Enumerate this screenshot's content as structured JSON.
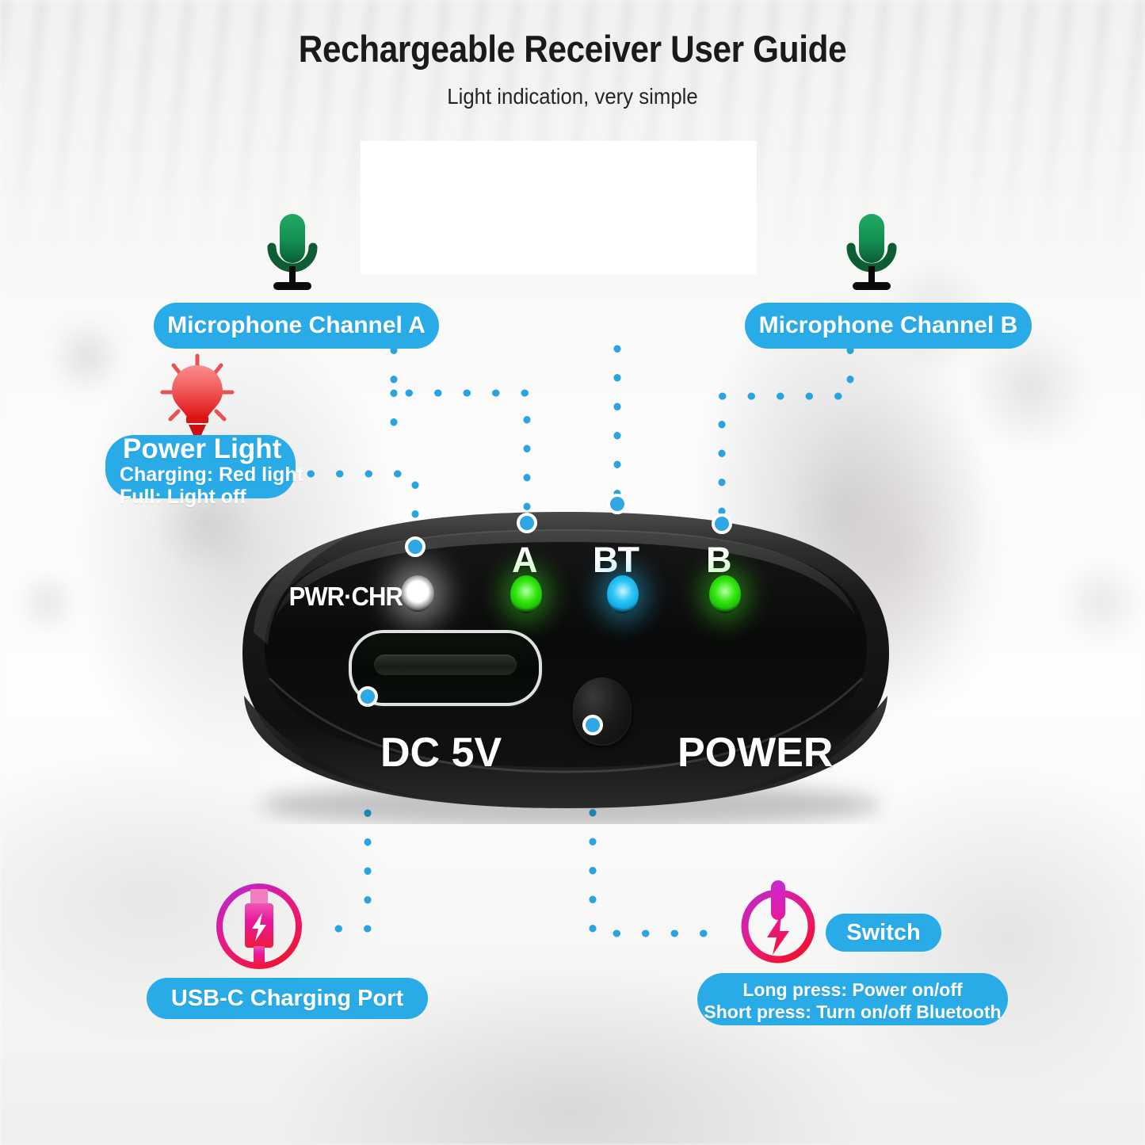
{
  "header": {
    "title": "Rechargeable Receiver User Guide",
    "subtitle": "Light indication, very simple"
  },
  "device": {
    "face_labels": {
      "pwr_chr": "PWR·CHR",
      "channel_a": "A",
      "bluetooth": "BT",
      "channel_b": "B",
      "dc_input": "DC 5V",
      "power": "POWER"
    },
    "leds": [
      {
        "name": "pwr-chr-led",
        "color": "#ffffff",
        "state": "on"
      },
      {
        "name": "channel-a-led",
        "color": "#33e80f",
        "state": "on"
      },
      {
        "name": "bluetooth-led",
        "color": "#2ec7f5",
        "state": "on"
      },
      {
        "name": "channel-b-led",
        "color": "#33e80f",
        "state": "on"
      }
    ]
  },
  "callouts": {
    "mic_a": {
      "label": "Microphone Channel A",
      "icon": "microphone-icon"
    },
    "mic_b": {
      "label": "Microphone Channel B",
      "icon": "microphone-icon"
    },
    "power_light": {
      "heading": "Power Light",
      "line1": "Charging: Red light",
      "line2": "Full: Light off",
      "icon": "light-bulb-icon"
    },
    "usb_c": {
      "label": "USB-C Charging Port",
      "icon": "usb-c-charging-icon"
    },
    "switch": {
      "label": "Switch",
      "line1": "Long press: Power on/off",
      "line2": "Short press: Turn on/off Bluetooth",
      "icon": "power-switch-icon"
    }
  },
  "colors": {
    "pill_blue": "#29ABE8",
    "dot_blue": "#2aa3de",
    "led_green": "#33e80f",
    "led_cyan": "#2ec7f5",
    "led_white": "#ffffff",
    "icon_pink": "#e8189e",
    "icon_red": "#ee1133",
    "icon_green": "#1a9c5a",
    "device_black": "#111111"
  }
}
